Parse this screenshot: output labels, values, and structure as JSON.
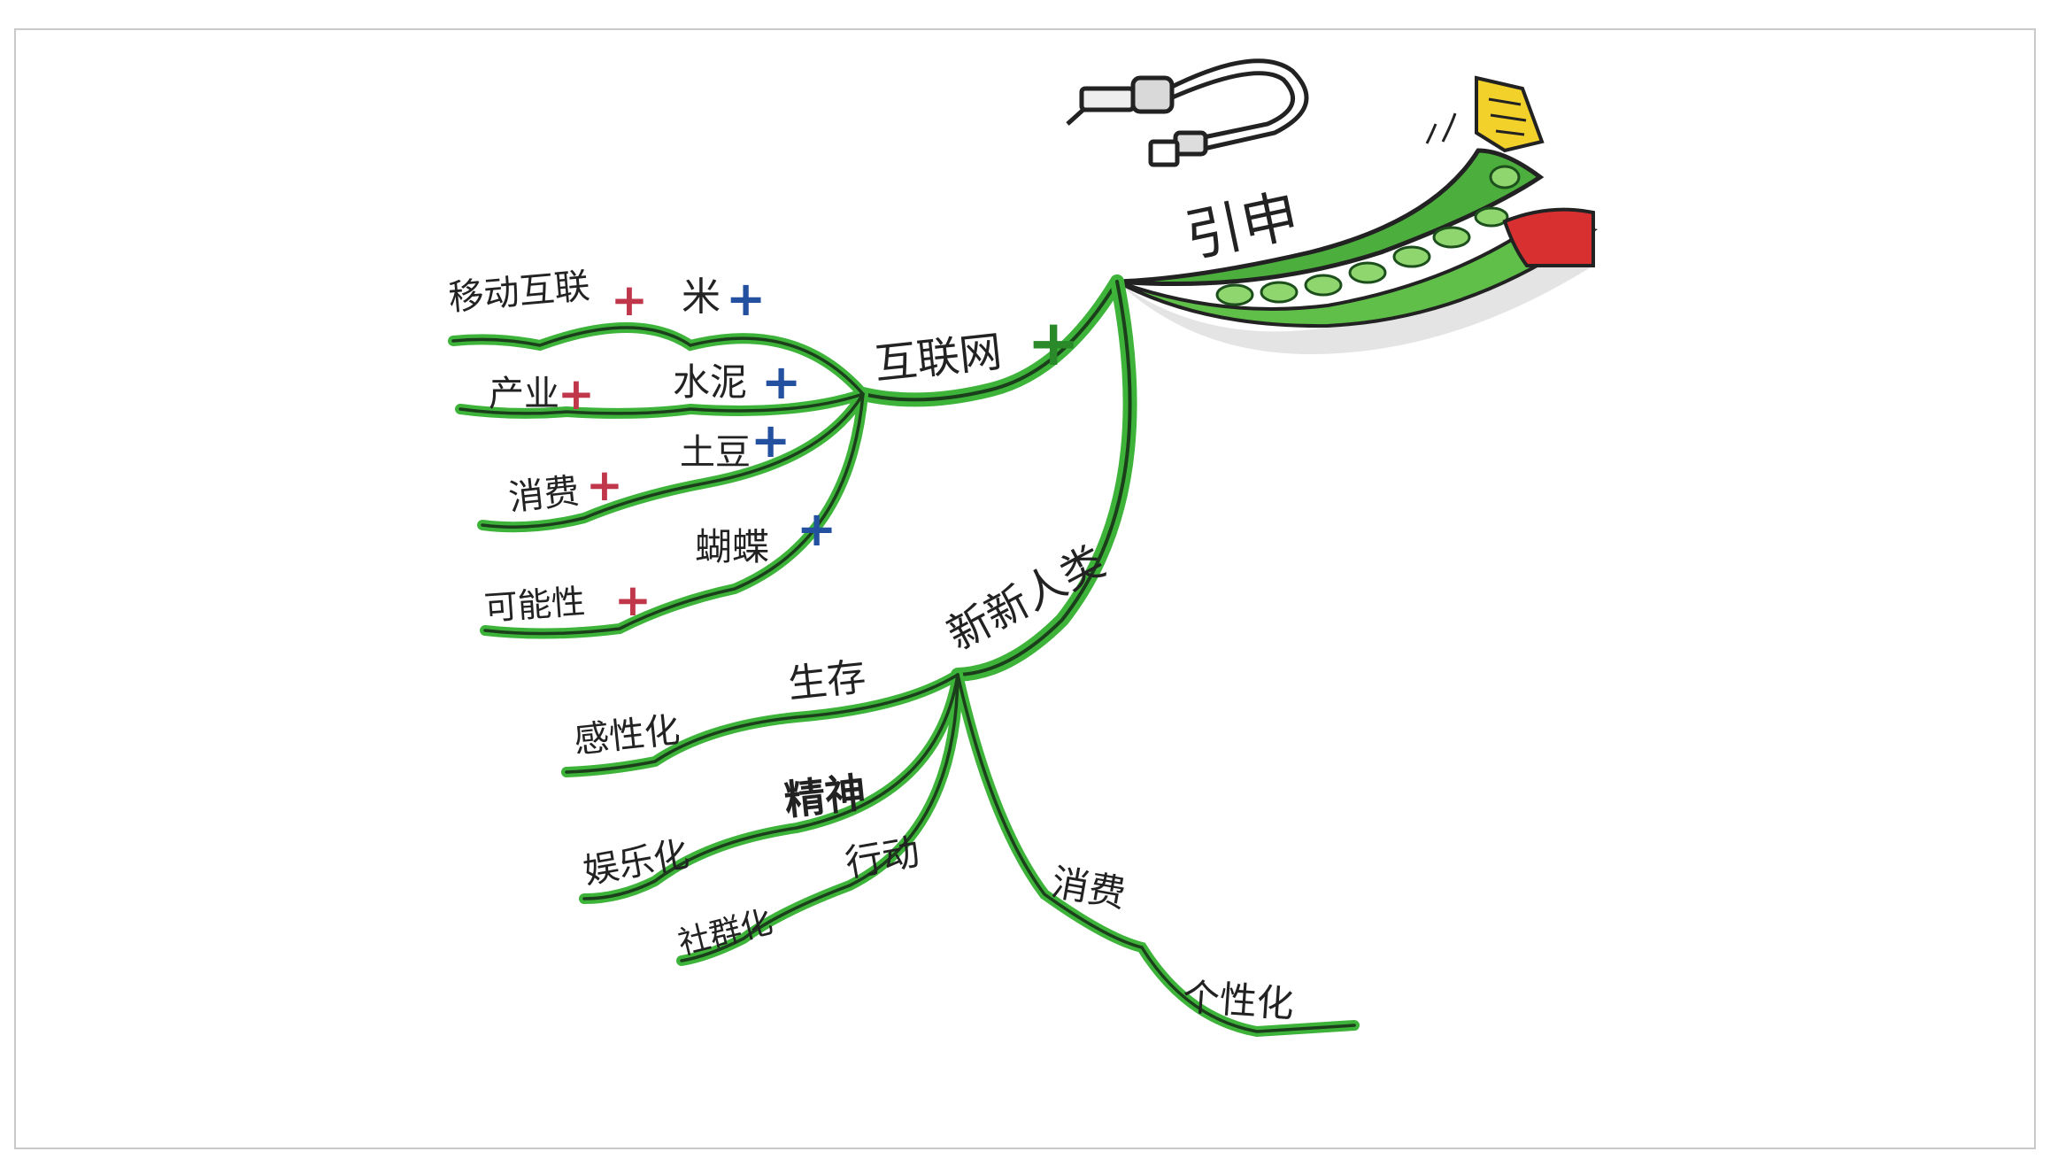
{
  "colors": {
    "branch_green": "#3db33a",
    "branch_dark": "#1f6e1f",
    "plus_red": "#c0364a",
    "plus_blue": "#2450a0",
    "plus_green": "#2a8a2a",
    "hat_red": "#d83030",
    "note_yellow": "#f2d12b"
  },
  "icons": {
    "cable": "usb-cable-icon",
    "note": "sticky-note-icon"
  },
  "title": "引申",
  "branches": {
    "internet": {
      "label": "互联网",
      "plus": "+",
      "items": [
        {
          "label": "移动互联",
          "plus": "+"
        },
        {
          "label": "米",
          "plus": "+"
        },
        {
          "label": "产业",
          "plus": "+"
        },
        {
          "label": "水泥",
          "plus": "+"
        },
        {
          "label": "土豆",
          "plus": "+"
        },
        {
          "label": "消费",
          "plus": "+"
        },
        {
          "label": "蝴蝶",
          "plus": "+"
        },
        {
          "label": "可能性",
          "plus": "+"
        }
      ]
    },
    "new_people": {
      "label": "新新人类",
      "items": [
        {
          "label": "生存"
        },
        {
          "label": "感性化"
        },
        {
          "label": "精神"
        },
        {
          "label": "娱乐化"
        },
        {
          "label": "行动"
        },
        {
          "label": "社群化"
        },
        {
          "label": "消费"
        },
        {
          "label": "个性化"
        }
      ]
    }
  }
}
